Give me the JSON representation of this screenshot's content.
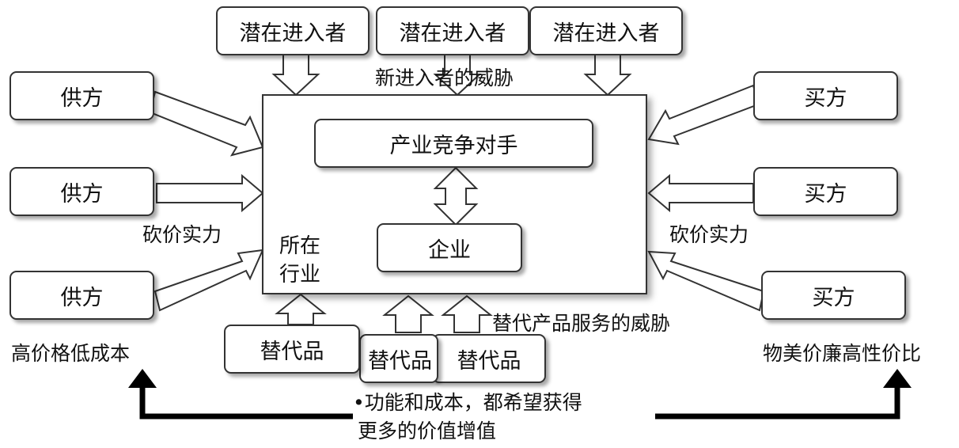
{
  "entrants": [
    "潜在进入者",
    "潜在进入者",
    "潜在进入者"
  ],
  "entrant_threat_label": "新进入者的威胁",
  "suppliers": [
    "供方",
    "供方",
    "供方"
  ],
  "buyers": [
    "买方",
    "买方",
    "买方"
  ],
  "bargaining_left": "砍价实力",
  "bargaining_right": "砍价实力",
  "industry": {
    "rivals": "产业竞争对手",
    "firm": "企业",
    "label_line1": "所在",
    "label_line2": "行业"
  },
  "substitutes": [
    "替代品",
    "替代品",
    "替代品"
  ],
  "substitute_threat_label": "替代产品服务的威胁",
  "left_caption": "高价格低成本",
  "right_caption": "物美价廉高性价比",
  "bottom_line1": "•功能和成本，都希望获得",
  "bottom_line2": "更多的价值增值"
}
